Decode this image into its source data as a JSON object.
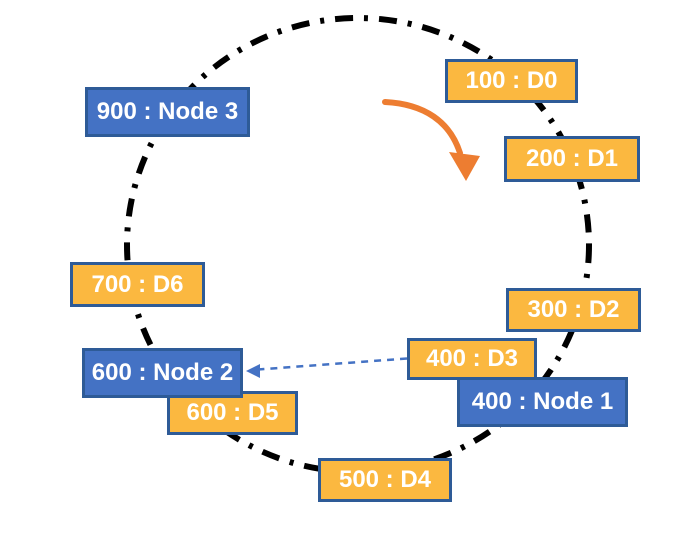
{
  "ring": {
    "data_items": [
      {
        "id": "d0",
        "label": "100 : D0"
      },
      {
        "id": "d1",
        "label": "200 : D1"
      },
      {
        "id": "d2",
        "label": "300 : D2"
      },
      {
        "id": "d3",
        "label": "400 : D3"
      },
      {
        "id": "d4",
        "label": "500 : D4"
      },
      {
        "id": "d5",
        "label": "600 : D5"
      },
      {
        "id": "d6",
        "label": "700 : D6"
      }
    ],
    "nodes": [
      {
        "id": "node1",
        "label": "400 : Node 1"
      },
      {
        "id": "node2",
        "label": "600 : Node 2"
      },
      {
        "id": "node3",
        "label": "900 : Node 3"
      }
    ],
    "connector": {
      "from": "400 : D3",
      "to": "600 : Node 2"
    }
  },
  "colors": {
    "data_box_fill": "#FBB840",
    "node_box_fill": "#4472C4",
    "box_border": "#2E5B97",
    "label_text": "#FFFFFF",
    "ring_stroke": "#000000",
    "direction_arrow": "#ED7D31",
    "mapping_connector": "#4472C4"
  }
}
